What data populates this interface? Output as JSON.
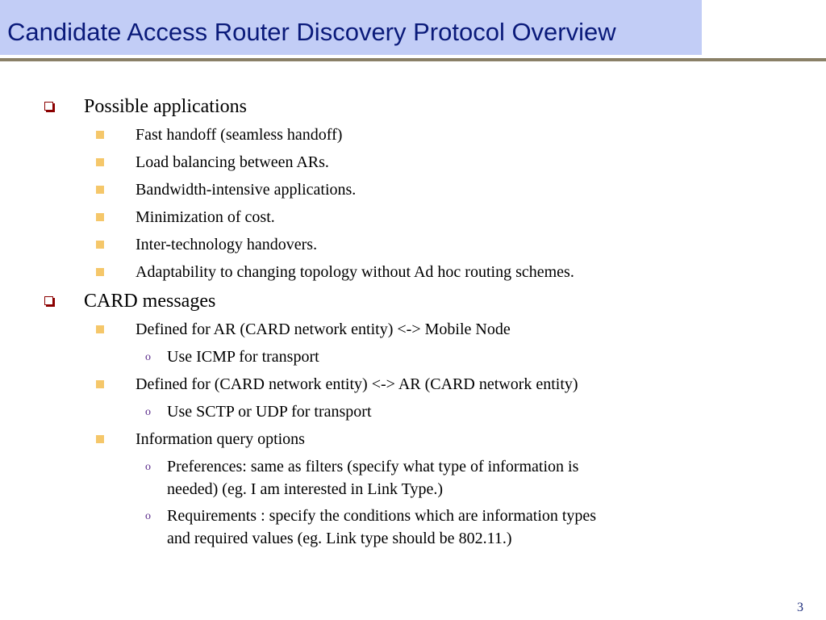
{
  "slide": {
    "title": "Candidate Access Router Discovery Protocol Overview",
    "page_number": "3",
    "sections": [
      {
        "label": "Possible applications",
        "items": [
          {
            "text": "Fast handoff (seamless handoff)"
          },
          {
            "text": "Load balancing between ARs."
          },
          {
            "text": "Bandwidth-intensive applications."
          },
          {
            "text": "Minimization of cost."
          },
          {
            "text": "Inter-technology handovers."
          },
          {
            "text": "Adaptability to changing topology without Ad hoc routing schemes."
          }
        ]
      },
      {
        "label": "CARD messages",
        "items": [
          {
            "text": "Defined for AR (CARD network entity) <-> Mobile Node",
            "sub": [
              "Use ICMP for transport"
            ]
          },
          {
            "text": "Defined for (CARD network entity) <-> AR (CARD network entity)",
            "sub": [
              "Use SCTP or UDP for transport"
            ]
          },
          {
            "text": "Information query options",
            "sub": [
              [
                "Preferences: same as filters (specify what type of information is",
                "needed) (eg. I am interested in Link Type.)"
              ],
              [
                "Requirements : specify the conditions which are information types",
                "and required values (eg. Link type should be 802.11.)"
              ]
            ]
          }
        ]
      }
    ],
    "bullet_marks": {
      "level3": "o"
    },
    "colors": {
      "title_band": "#c2cdf6",
      "title_text": "#0a1a7a",
      "rule": "#8a8067",
      "level1_bullet": "#8b0000",
      "level2_bullet": "#f5c76a",
      "level3_bullet": "#5a2a8a"
    }
  }
}
